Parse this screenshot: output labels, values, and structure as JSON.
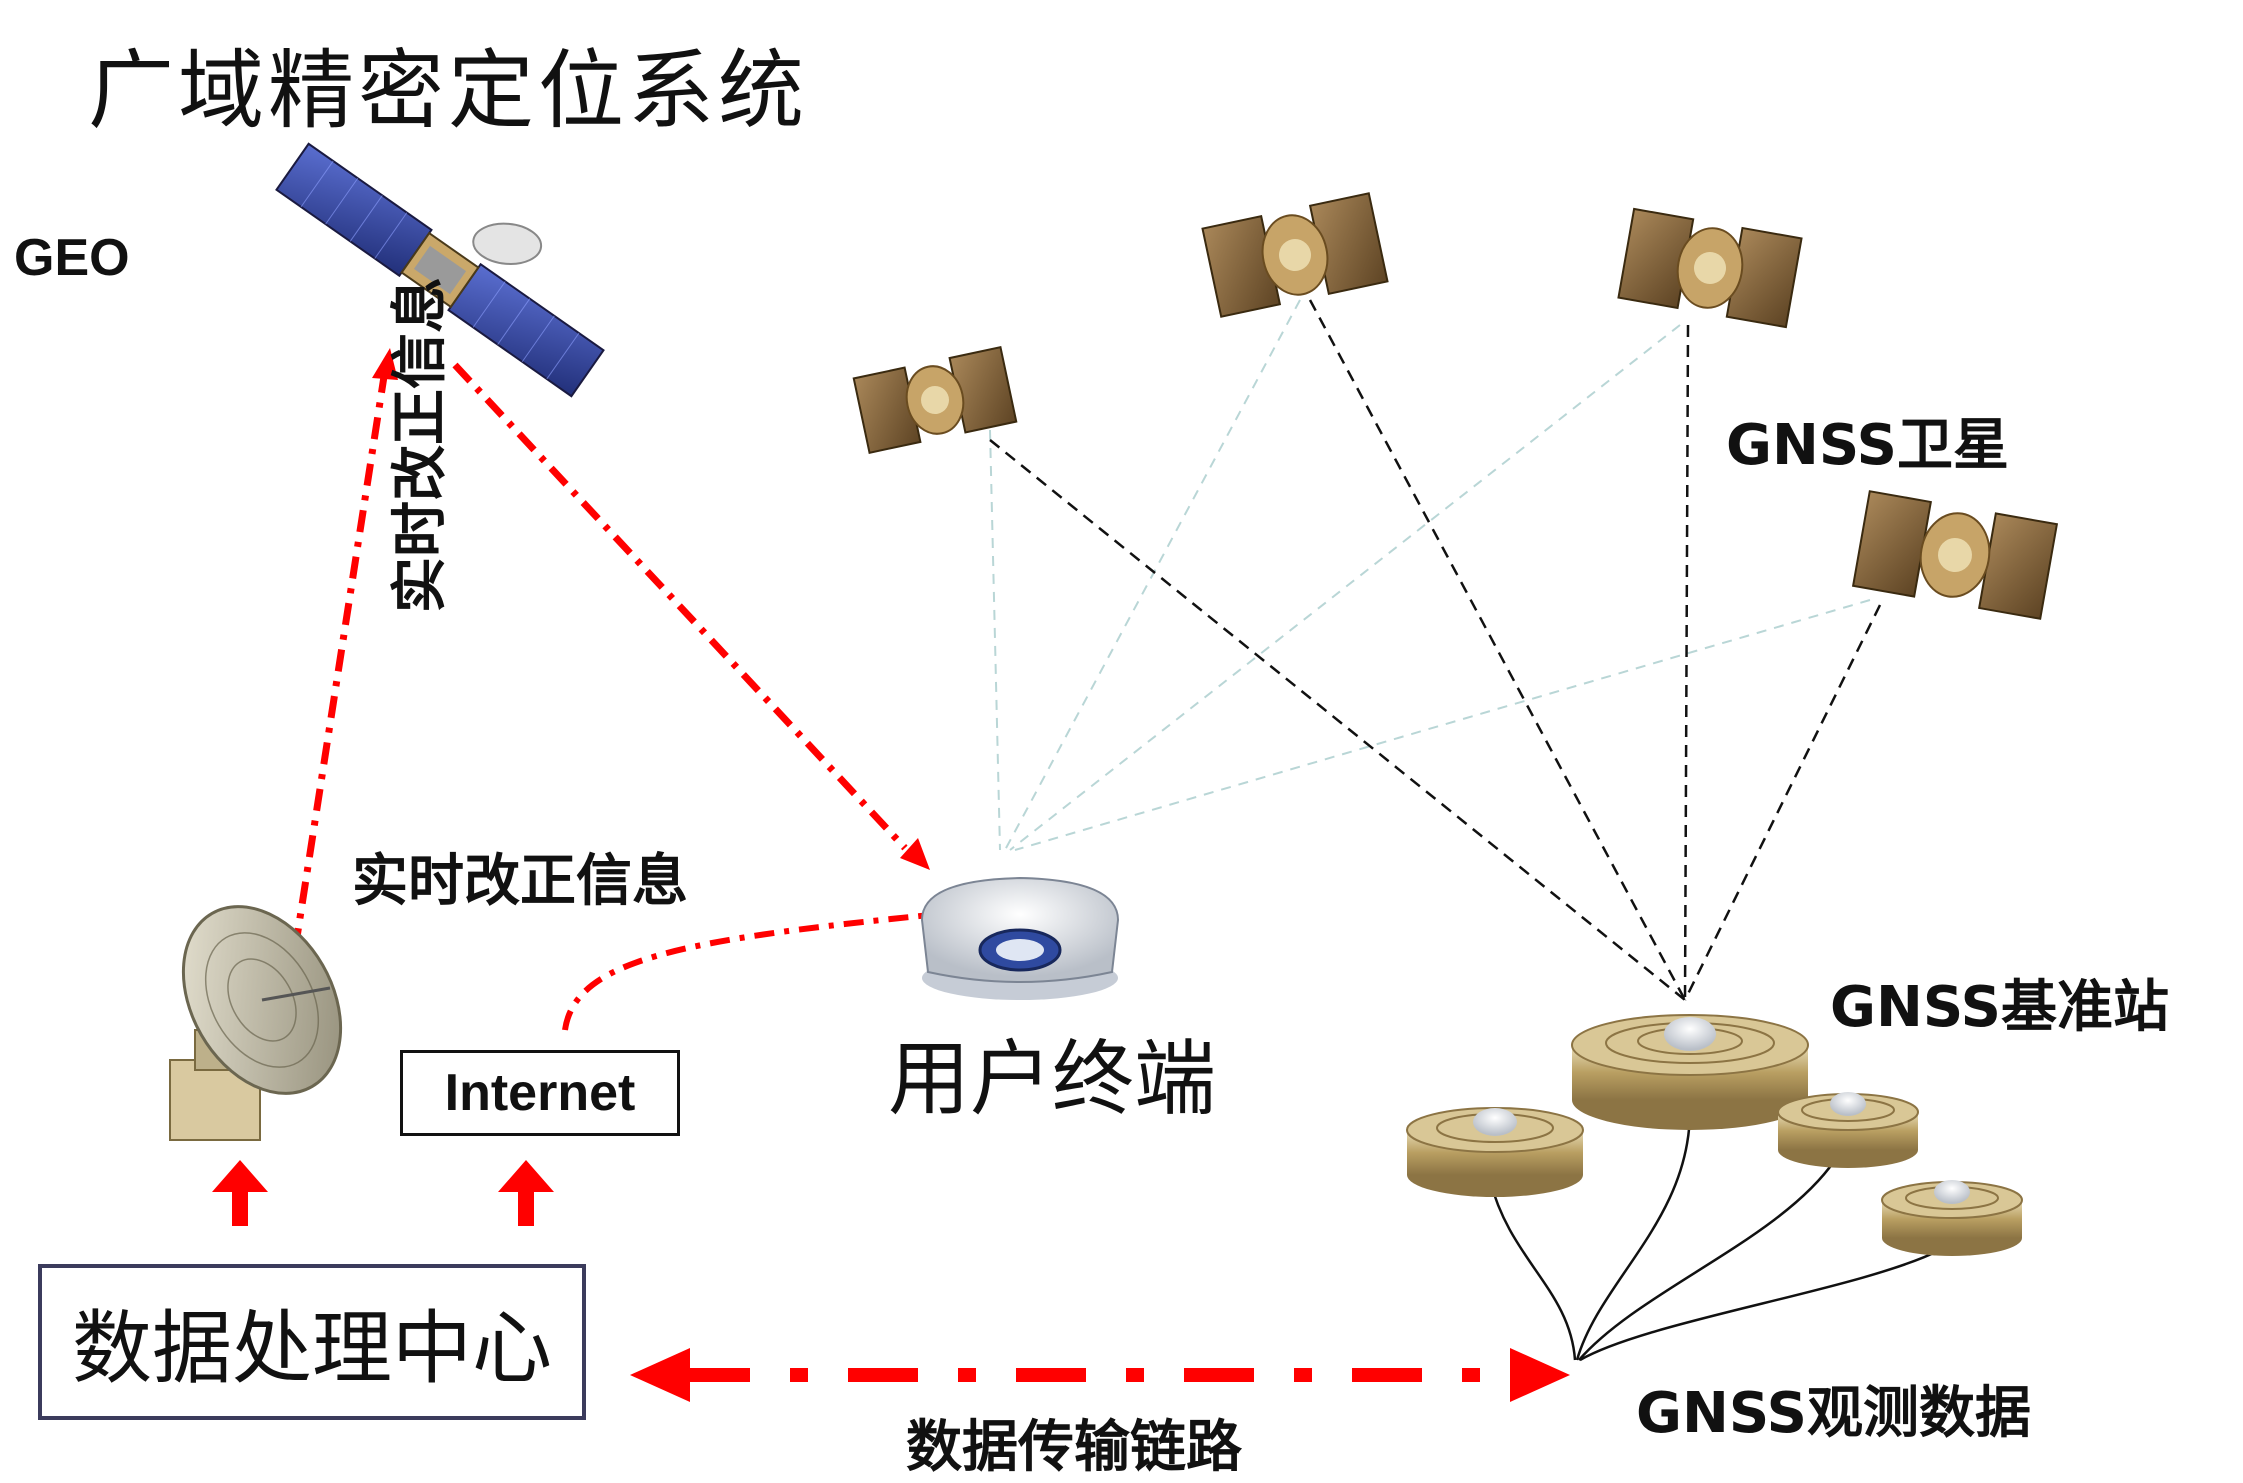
{
  "title": "广域精密定位系统",
  "labels": {
    "geo": "GEO",
    "realtime_correction_vertical": "实时改正信息",
    "realtime_correction": "实时改正信息",
    "gnss_satellites": "GNSS卫星",
    "internet": "Internet",
    "user_terminal": "用户终端",
    "gnss_base_stations": "GNSS基准站",
    "data_processing_center": "数据处理中心",
    "gnss_observation_data": "GNSS观测数据",
    "data_transmission_link": "数据传输链路"
  },
  "colors": {
    "link_red": "#ff0000",
    "text": "#111111",
    "box_border": "#3b3b5c",
    "dashed_black": "#111111",
    "dashed_light": "#b9d6d6",
    "solar_panel": "#8a6a3a",
    "geo_panel": "#3a4fb0",
    "gold_dish": "#c9b27a"
  }
}
